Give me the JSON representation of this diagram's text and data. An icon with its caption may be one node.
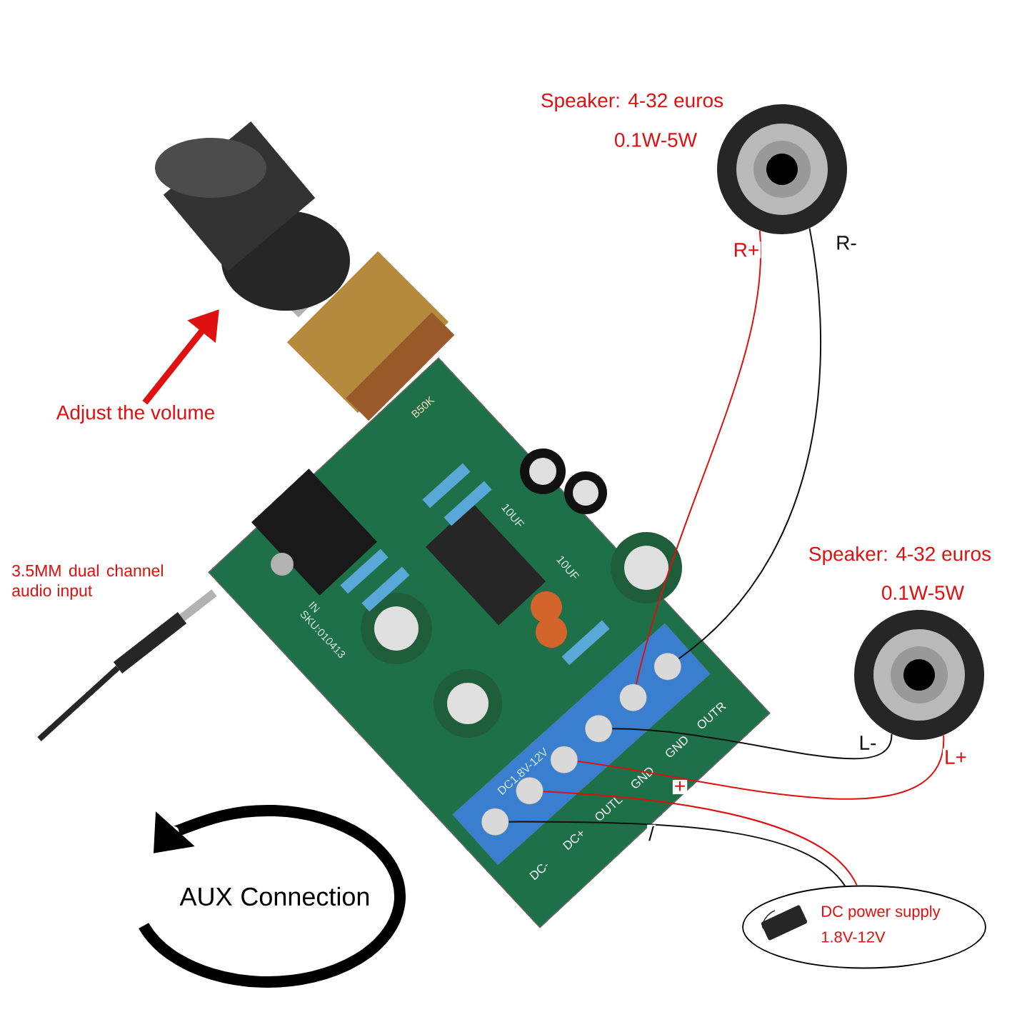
{
  "diagram": {
    "nodes": [
      {
        "text": [],
        "shape": "picture"
      },
      {
        "text": [],
        "shape": "circle",
        "in": 0
      },
      {
        "text": [],
        "shape": "circle",
        "in": 0
      },
      {
        "text": [],
        "shape": "circle",
        "in": 0
      },
      {
        "text": [],
        "shape": "circle",
        "in": 0
      },
      {
        "text": [],
        "shape": "circle",
        "in": 0
      },
      {
        "text": [],
        "shape": "circle",
        "in": 0
      },
      {
        "text": [],
        "shape": "picture",
        "beside": [
          "Speaker: 4-32 euros",
          "0.1W-5W"
        ]
      },
      {
        "text": [],
        "shape": "picture",
        "beside": [
          "Speaker: 4-32 euros",
          "0.1W-5W"
        ]
      },
      {
        "text": [
          "DC power supply",
          "1.8V-12V"
        ]
      },
      {
        "text": [],
        "shape": "picture"
      },
      {
        "text": [
          "Adjust the volume"
        ]
      }
    ],
    "edges": [
      {
        "from": 1,
        "to": 9,
        "arrow": "none",
        "label": "/",
        "color": "#111111"
      },
      {
        "from": 2,
        "to": 9,
        "arrow": "none",
        "label": "+",
        "color": "#e01010"
      },
      {
        "from": 3,
        "to": 8,
        "arrow": "none",
        "label": "L+",
        "color": "#e01010"
      },
      {
        "from": 4,
        "to": 8,
        "arrow": "none",
        "label": "L-",
        "color": "#111111"
      },
      {
        "from": 5,
        "to": 7,
        "arrow": "none",
        "label": "R+",
        "color": "#e01010"
      },
      {
        "from": 6,
        "to": 7,
        "arrow": "none",
        "label": "R-",
        "color": "#111111"
      },
      {
        "from": 11,
        "to": 10,
        "arrow": "to",
        "style": "thick",
        "color": "#e01010"
      }
    ],
    "labels": [
      "3.5MM dual channel audio input",
      "B50K",
      "IN",
      "SKU:010413",
      "10UF",
      "10UF",
      "DC1.8V-12V",
      "DC-",
      "DC+",
      "OUTL",
      "GND",
      "GND",
      "OUTR",
      "AUX Connection"
    ]
  }
}
